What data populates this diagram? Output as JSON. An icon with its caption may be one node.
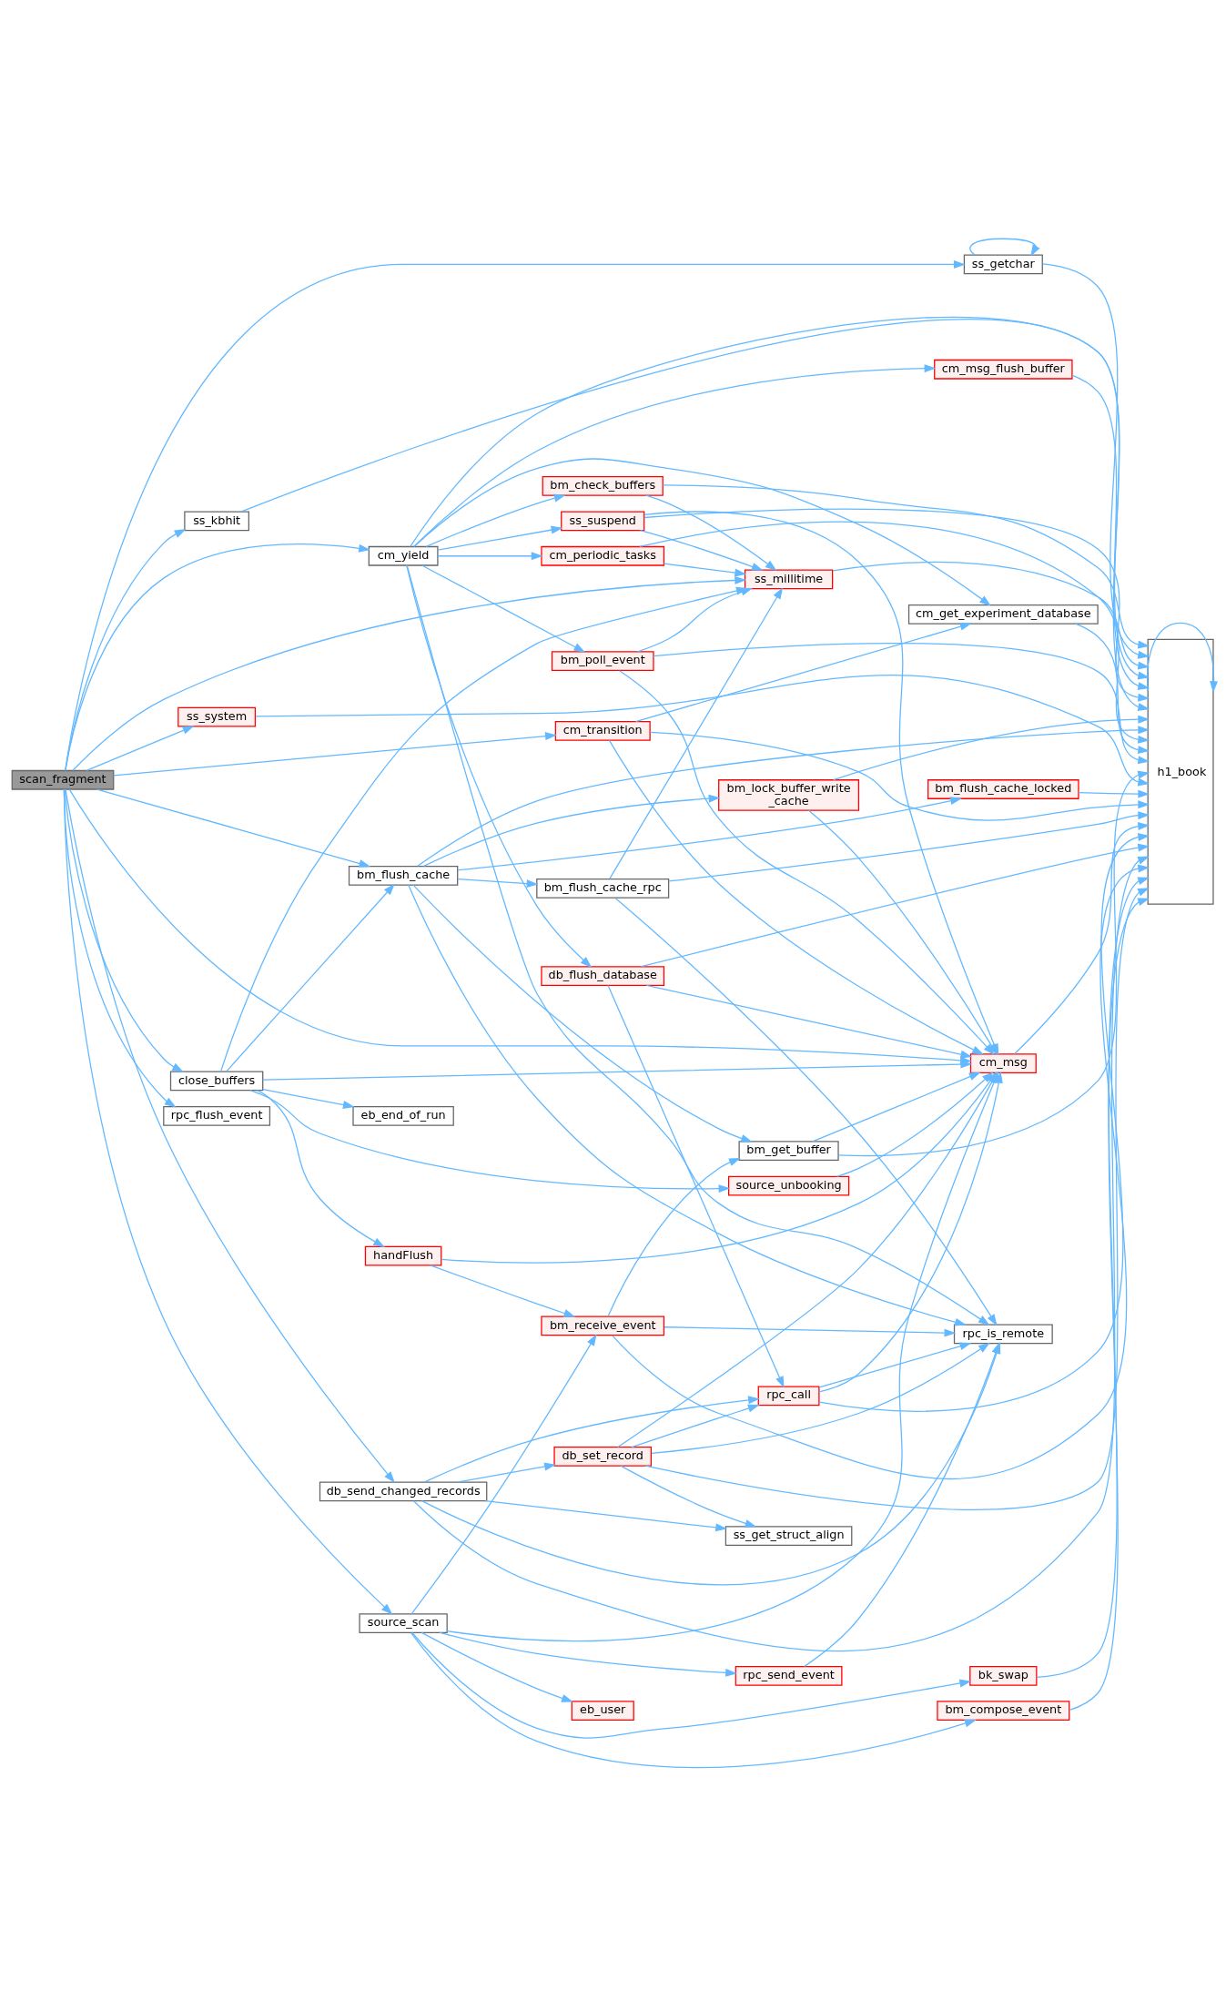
{
  "diagram": {
    "nodes": [
      {
        "text": [
          "scan_fragment"
        ]
      },
      {
        "text": [
          "ss_kbhit"
        ]
      },
      {
        "text": [
          "ss_system"
        ]
      },
      {
        "text": [
          "close_buffers"
        ]
      },
      {
        "text": [
          "rpc_flush_event"
        ]
      },
      {
        "text": [
          "cm_yield"
        ]
      },
      {
        "text": [
          "bm_flush_cache"
        ]
      },
      {
        "text": [
          "eb_end_of_run"
        ]
      },
      {
        "text": [
          "handFlush"
        ]
      },
      {
        "text": [
          "db_send_changed_records"
        ]
      },
      {
        "text": [
          "source_scan"
        ]
      },
      {
        "text": [
          "bm_check_buffers"
        ]
      },
      {
        "text": [
          "ss_suspend"
        ]
      },
      {
        "text": [
          "cm_periodic_tasks"
        ]
      },
      {
        "text": [
          "bm_poll_event"
        ]
      },
      {
        "text": [
          "cm_transition"
        ]
      },
      {
        "text": [
          "bm_flush_cache_rpc"
        ]
      },
      {
        "text": [
          "db_flush_database"
        ]
      },
      {
        "text": [
          "bm_receive_event"
        ]
      },
      {
        "text": [
          "db_set_record"
        ]
      },
      {
        "text": [
          "eb_user"
        ]
      },
      {
        "text": [
          "ss_millitime"
        ]
      },
      {
        "text": [
          "bm_lock_buffer_write _cache"
        ]
      },
      {
        "text": [
          "bm_get_buffer"
        ]
      },
      {
        "text": [
          "source_unbooking"
        ]
      },
      {
        "text": [
          "rpc_call"
        ]
      },
      {
        "text": [
          "ss_get_struct_align"
        ]
      },
      {
        "text": [
          "rpc_send_event"
        ]
      },
      {
        "text": [
          "ss_getchar"
        ]
      },
      {
        "text": [
          "cm_msg_flush_buffer"
        ]
      },
      {
        "text": [
          "cm_get_experiment_database"
        ]
      },
      {
        "text": [
          "bm_flush_cache_locked"
        ]
      },
      {
        "text": [
          "cm_msg"
        ]
      },
      {
        "text": [
          "rpc_is_remote"
        ]
      },
      {
        "text": [
          "bk_swap"
        ]
      },
      {
        "text": [
          "bm_compose_event"
        ]
      },
      {
        "text": [
          "h1_book"
        ]
      }
    ],
    "edges": [
      {
        "from": 0,
        "to": 28,
        "arrow": "to"
      },
      {
        "from": 0,
        "to": 1,
        "arrow": "to"
      },
      {
        "from": 0,
        "to": 2,
        "arrow": "to"
      },
      {
        "from": 0,
        "to": 21,
        "arrow": "to"
      },
      {
        "from": 0,
        "to": 5,
        "arrow": "to"
      },
      {
        "from": 0,
        "to": 15,
        "arrow": "to"
      },
      {
        "from": 0,
        "to": 6,
        "arrow": "to"
      },
      {
        "from": 0,
        "to": 32,
        "arrow": "to"
      },
      {
        "from": 0,
        "to": 3,
        "arrow": "to"
      },
      {
        "from": 0,
        "to": 4,
        "arrow": "to"
      },
      {
        "from": 0,
        "to": 9,
        "arrow": "to"
      },
      {
        "from": 0,
        "to": 10,
        "arrow": "to"
      },
      {
        "from": 1,
        "to": 36,
        "arrow": "to"
      },
      {
        "from": 2,
        "to": 36,
        "arrow": "to"
      },
      {
        "from": 3,
        "to": 21,
        "arrow": "to"
      },
      {
        "from": 3,
        "to": 6,
        "arrow": "to"
      },
      {
        "from": 3,
        "to": 24,
        "arrow": "to"
      },
      {
        "from": 3,
        "to": 32,
        "arrow": "to"
      },
      {
        "from": 3,
        "to": 7,
        "arrow": "to"
      },
      {
        "from": 3,
        "to": 8,
        "arrow": "to"
      },
      {
        "from": 5,
        "to": 11,
        "arrow": "to"
      },
      {
        "from": 5,
        "to": 12,
        "arrow": "to"
      },
      {
        "from": 5,
        "to": 13,
        "arrow": "to"
      },
      {
        "from": 5,
        "to": 14,
        "arrow": "to"
      },
      {
        "from": 5,
        "to": 36,
        "arrow": "to"
      },
      {
        "from": 5,
        "to": 29,
        "arrow": "to"
      },
      {
        "from": 5,
        "to": 30,
        "arrow": "to"
      },
      {
        "from": 5,
        "to": 17,
        "arrow": "to"
      },
      {
        "from": 5,
        "to": 33,
        "arrow": "to"
      },
      {
        "from": 6,
        "to": 16,
        "arrow": "to"
      },
      {
        "from": 6,
        "to": 36,
        "arrow": "to"
      },
      {
        "from": 6,
        "to": 31,
        "arrow": "to"
      },
      {
        "from": 6,
        "to": 22,
        "arrow": "to"
      },
      {
        "from": 6,
        "to": 23,
        "arrow": "to"
      },
      {
        "from": 6,
        "to": 33,
        "arrow": "to"
      },
      {
        "from": 8,
        "to": 32,
        "arrow": "to"
      },
      {
        "from": 8,
        "to": 18,
        "arrow": "to"
      },
      {
        "from": 9,
        "to": 25,
        "arrow": "to"
      },
      {
        "from": 9,
        "to": 19,
        "arrow": "to"
      },
      {
        "from": 9,
        "to": 26,
        "arrow": "to"
      },
      {
        "from": 9,
        "to": 33,
        "arrow": "to"
      },
      {
        "from": 9,
        "to": 36,
        "arrow": "to"
      },
      {
        "from": 10,
        "to": 18,
        "arrow": "to"
      },
      {
        "from": 10,
        "to": 32,
        "arrow": "to"
      },
      {
        "from": 10,
        "to": 27,
        "arrow": "to"
      },
      {
        "from": 10,
        "to": 20,
        "arrow": "to"
      },
      {
        "from": 10,
        "to": 34,
        "arrow": "to"
      },
      {
        "from": 10,
        "to": 35,
        "arrow": "to"
      },
      {
        "from": 11,
        "to": 21,
        "arrow": "to"
      },
      {
        "from": 11,
        "to": 36,
        "arrow": "to"
      },
      {
        "from": 12,
        "to": 21,
        "arrow": "to"
      },
      {
        "from": 12,
        "to": 36,
        "arrow": "to"
      },
      {
        "from": 12,
        "to": 32,
        "arrow": "to"
      },
      {
        "from": 13,
        "to": 21,
        "arrow": "to"
      },
      {
        "from": 13,
        "to": 36,
        "arrow": "to"
      },
      {
        "from": 14,
        "to": 21,
        "arrow": "to"
      },
      {
        "from": 14,
        "to": 36,
        "arrow": "to"
      },
      {
        "from": 14,
        "to": 32,
        "arrow": "to"
      },
      {
        "from": 15,
        "to": 30,
        "arrow": "to"
      },
      {
        "from": 15,
        "to": 36,
        "arrow": "to"
      },
      {
        "from": 15,
        "to": 32,
        "arrow": "to"
      },
      {
        "from": 16,
        "to": 21,
        "arrow": "to"
      },
      {
        "from": 16,
        "to": 36,
        "arrow": "to"
      },
      {
        "from": 16,
        "to": 33,
        "arrow": "to"
      },
      {
        "from": 17,
        "to": 36,
        "arrow": "to"
      },
      {
        "from": 17,
        "to": 32,
        "arrow": "to"
      },
      {
        "from": 17,
        "to": 25,
        "arrow": "to"
      },
      {
        "from": 18,
        "to": 23,
        "arrow": "to"
      },
      {
        "from": 18,
        "to": 33,
        "arrow": "to"
      },
      {
        "from": 18,
        "to": 36,
        "arrow": "to"
      },
      {
        "from": 19,
        "to": 25,
        "arrow": "to"
      },
      {
        "from": 19,
        "to": 32,
        "arrow": "to"
      },
      {
        "from": 19,
        "to": 33,
        "arrow": "to"
      },
      {
        "from": 19,
        "to": 26,
        "arrow": "to"
      },
      {
        "from": 19,
        "to": 36,
        "arrow": "to"
      },
      {
        "from": 21,
        "to": 36,
        "arrow": "to"
      },
      {
        "from": 22,
        "to": 32,
        "arrow": "to"
      },
      {
        "from": 22,
        "to": 36,
        "arrow": "to"
      },
      {
        "from": 23,
        "to": 32,
        "arrow": "to"
      },
      {
        "from": 23,
        "to": 36,
        "arrow": "to"
      },
      {
        "from": 24,
        "to": 32,
        "arrow": "to"
      },
      {
        "from": 25,
        "to": 32,
        "arrow": "to"
      },
      {
        "from": 25,
        "to": 33,
        "arrow": "to"
      },
      {
        "from": 25,
        "to": 36,
        "arrow": "to"
      },
      {
        "from": 27,
        "to": 33,
        "arrow": "to"
      },
      {
        "from": 28,
        "to": 28,
        "arrow": "to"
      },
      {
        "from": 28,
        "to": 36,
        "arrow": "to"
      },
      {
        "from": 29,
        "to": 36,
        "arrow": "to"
      },
      {
        "from": 30,
        "to": 36,
        "arrow": "to"
      },
      {
        "from": 31,
        "to": 36,
        "arrow": "to"
      },
      {
        "from": 32,
        "to": 36,
        "arrow": "to"
      },
      {
        "from": 34,
        "to": 36,
        "arrow": "to"
      },
      {
        "from": 35,
        "to": 36,
        "arrow": "to"
      },
      {
        "from": 36,
        "to": 36,
        "arrow": "to"
      }
    ]
  }
}
